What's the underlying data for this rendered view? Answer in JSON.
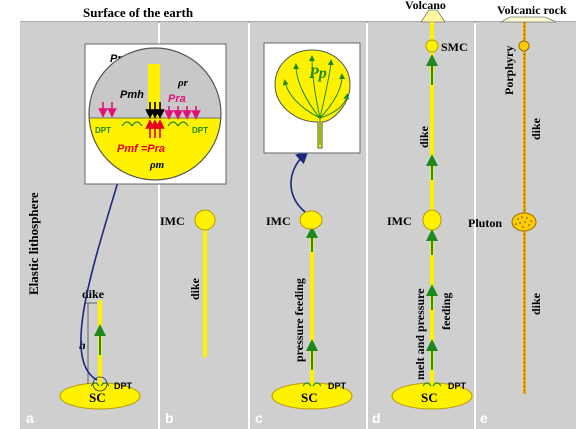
{
  "surface_label": "Surface of the earth",
  "side_label": "Elastic  lithosphere",
  "panel_letters": [
    "a",
    "b",
    "c",
    "d",
    "e"
  ],
  "colors": {
    "panel_bg": "#cfcfcf",
    "magma": "#fff200",
    "magma_stroke": "#b79a00",
    "arrow_green": "#1e8a1e",
    "arrow_pink": "#e0127a",
    "arrow_navy": "#1f2680",
    "red_text": "#e8001c"
  },
  "panel_a": {
    "sc": "SC",
    "dpt": "DPT",
    "dike": "dike",
    "h": "h",
    "inset": {
      "equation_top": "Pp=Pmf -Pmh",
      "rho_r": "ρr",
      "p_mh": "Pmh",
      "p_ra": "Pra",
      "dpt_left": "DPT",
      "dpt_right": "DPT",
      "equation_bottom": "Pmf =Pra",
      "rho_m": "ρm"
    }
  },
  "panel_b": {
    "imc": "IMC",
    "dike": "dike"
  },
  "panel_c": {
    "imc": "IMC",
    "feed": "pressure  feeding",
    "sc": "SC",
    "dpt": "DPT",
    "inset_label": "Pp"
  },
  "panel_d": {
    "volcano": "Volcano",
    "smc": "SMC",
    "dike": "dike",
    "imc": "IMC",
    "feed_1": "melt  and  pressure",
    "feed_2": "feeding",
    "sc": "SC",
    "dpt": "DPT"
  },
  "panel_e": {
    "rock": "Volcanic  rock",
    "porphyry": "Porphyry",
    "dike_upper": "dike",
    "pluton": "Pluton",
    "dike_lower": "dike"
  }
}
